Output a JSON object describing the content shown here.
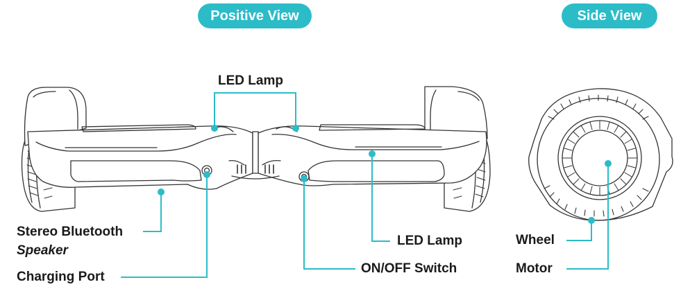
{
  "headers": {
    "positive_view": "Positive View",
    "side_view": "Side View"
  },
  "labels": {
    "led_lamp_top": "LED Lamp",
    "led_lamp_right": "LED Lamp",
    "stereo_line1": "Stereo Bluetooth",
    "stereo_line2": "Speaker",
    "charging_port": "Charging Port",
    "on_off_switch": "ON/OFF Switch",
    "wheel": "Wheel",
    "motor": "Motor"
  },
  "colors": {
    "accent": "#2bbcc8",
    "line_art": "#333333",
    "text": "#1a1a1a"
  }
}
